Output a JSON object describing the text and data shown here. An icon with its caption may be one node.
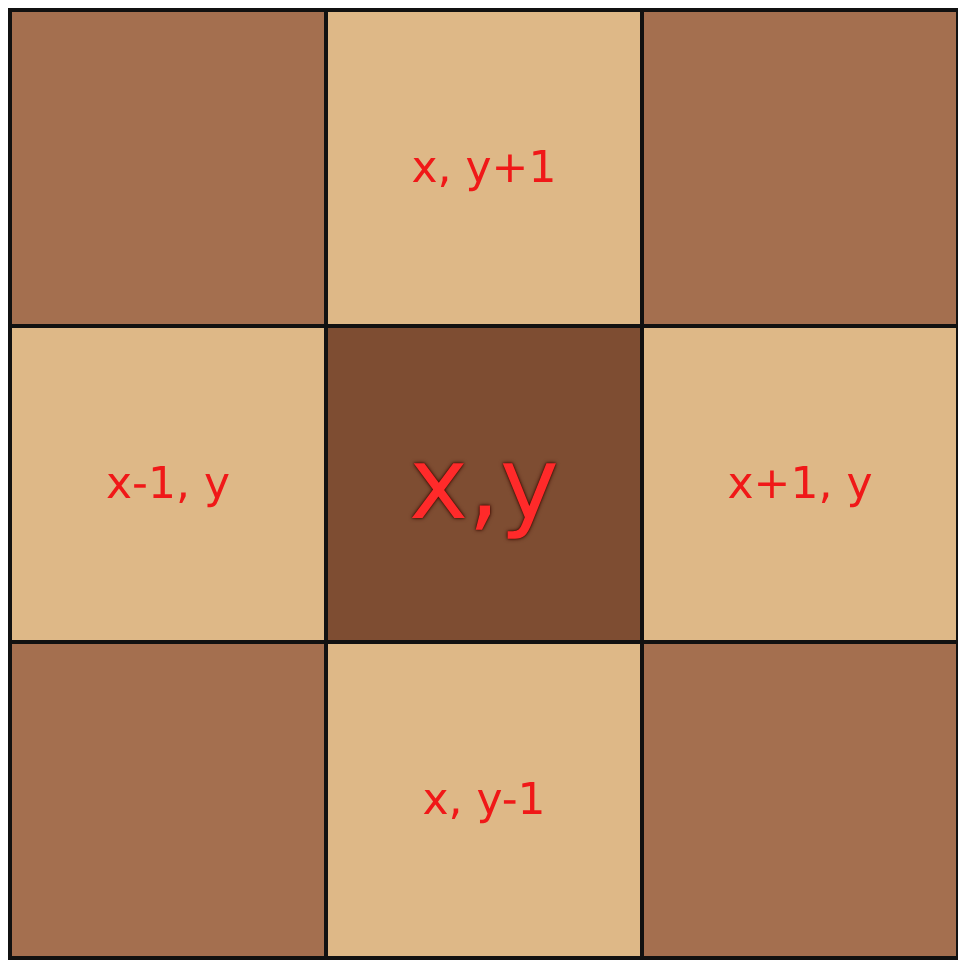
{
  "diagram": {
    "nodes": [
      {
        "text": [],
        "shape": "box"
      },
      {
        "text": [
          "x, y+1"
        ]
      },
      {
        "text": [],
        "shape": "box"
      },
      {
        "text": [
          "x-1, y"
        ]
      },
      {
        "text": [
          "x,y"
        ]
      },
      {
        "text": [
          "x+1, y"
        ]
      },
      {
        "text": [],
        "shape": "box"
      },
      {
        "text": [
          "x, y-1"
        ]
      },
      {
        "text": [],
        "shape": "box"
      }
    ]
  }
}
